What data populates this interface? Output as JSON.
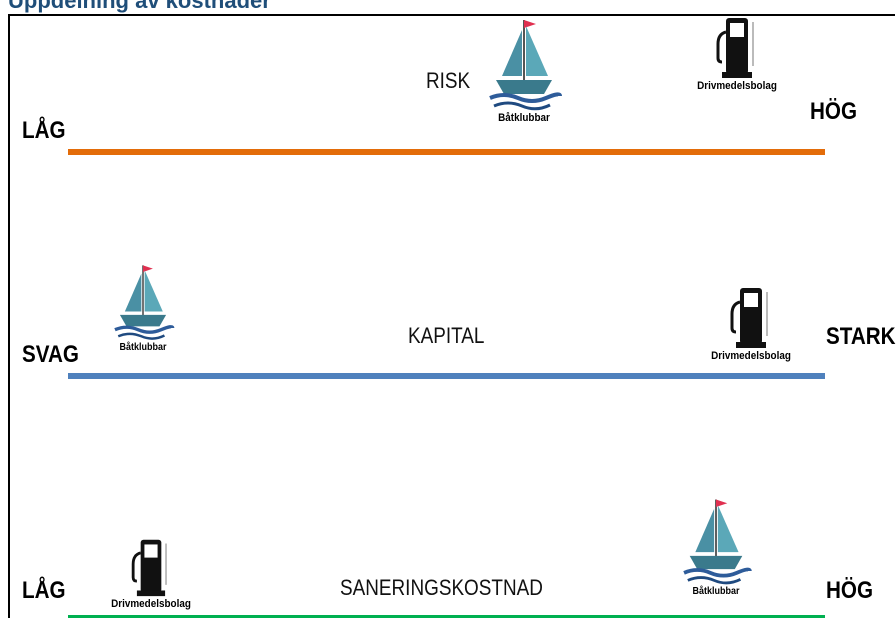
{
  "header": {
    "title": "Uppdelning av kostnader"
  },
  "colors": {
    "risk_line": "#e36c09",
    "kapital_line": "#4f81bd",
    "sanering_line": "#00b050",
    "header_text": "#1f4e79"
  },
  "scales": [
    {
      "title": "RISK",
      "low_label": "LÅG",
      "high_label": "HÖG",
      "markers": [
        {
          "label": "Båtklubbar",
          "icon": "sailboat-icon"
        },
        {
          "label": "Drivmedelsbolag",
          "icon": "fuel-pump-icon"
        }
      ]
    },
    {
      "title": "KAPITAL",
      "low_label": "SVAG",
      "high_label": "STARK",
      "markers": [
        {
          "label": "Båtklubbar",
          "icon": "sailboat-icon"
        },
        {
          "label": "Drivmedelsbolag",
          "icon": "fuel-pump-icon"
        }
      ]
    },
    {
      "title": "SANERINGSKOSTNAD",
      "low_label": "LÅG",
      "high_label": "HÖG",
      "markers": [
        {
          "label": "Drivmedelsbolag",
          "icon": "fuel-pump-icon"
        },
        {
          "label": "Båtklubbar",
          "icon": "sailboat-icon"
        }
      ]
    }
  ]
}
